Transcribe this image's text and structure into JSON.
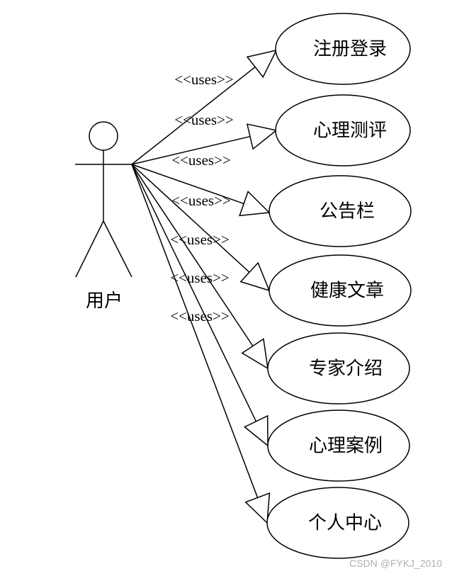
{
  "actor": {
    "label": "用户"
  },
  "stereotype": "<<uses>>",
  "use_cases": [
    {
      "label": "注册登录"
    },
    {
      "label": "心理测评"
    },
    {
      "label": "公告栏"
    },
    {
      "label": "健康文章"
    },
    {
      "label": "专家介绍"
    },
    {
      "label": "心理案例"
    },
    {
      "label": "个人中心"
    }
  ],
  "watermark": "CSDN @FYKJ_2010",
  "colors": {
    "stroke": "#000000",
    "background": "#ffffff",
    "watermark": "#b0b0b0"
  }
}
